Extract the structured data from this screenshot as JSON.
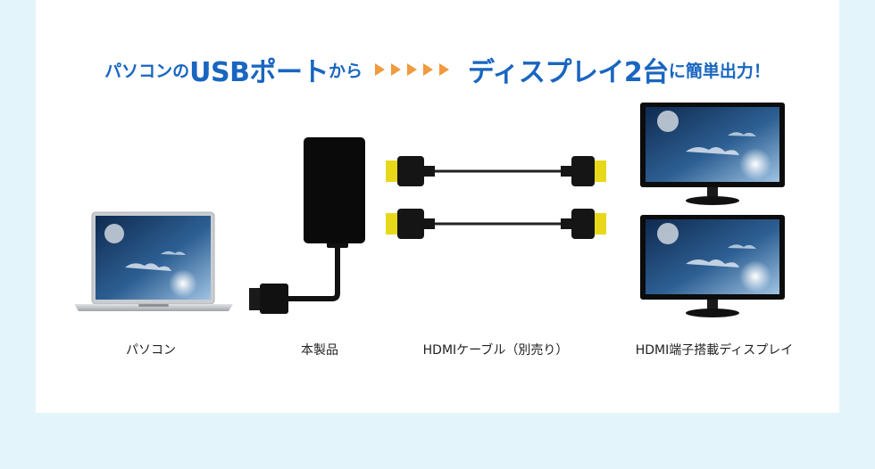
{
  "headline": {
    "part1": "パソコンの",
    "part2": "USBポート",
    "part3": "から",
    "part4": "ディスプレイ2台",
    "part5": "に簡単出力！"
  },
  "captions": {
    "pc": "パソコン",
    "product": "本製品",
    "cable": "HDMIケーブル（別売り）",
    "display": "HDMI端子搭載ディスプレイ"
  },
  "colors": {
    "background": "#e3f5fb",
    "panel": "#ffffff",
    "headline": "#1866c0",
    "arrow": "#f19a3e",
    "connector_gold": "#e8d81a"
  }
}
